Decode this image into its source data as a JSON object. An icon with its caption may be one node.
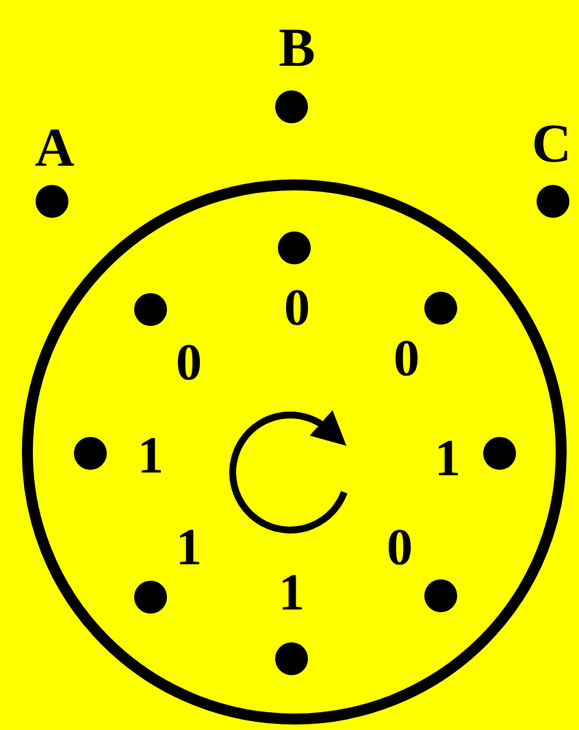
{
  "diagram": {
    "labels": [
      "B",
      "A",
      "C",
      "0",
      "0",
      "0",
      "1",
      "1",
      "1",
      "0",
      "1"
    ]
  }
}
